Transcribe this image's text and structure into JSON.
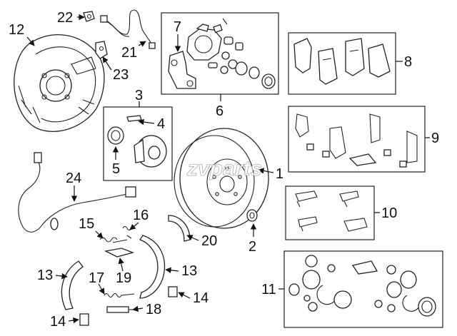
{
  "callouts": {
    "c1": "1",
    "c2": "2",
    "c3": "3",
    "c4": "4",
    "c5": "5",
    "c6": "6",
    "c7": "7",
    "c8": "8",
    "c9": "9",
    "c10": "10",
    "c11": "11",
    "c12": "12",
    "c13a": "13",
    "c13b": "13",
    "c14a": "14",
    "c14b": "14",
    "c15": "15",
    "c16": "16",
    "c17": "17",
    "c18": "18",
    "c19": "19",
    "c20": "20",
    "c21": "21",
    "c22": "22",
    "c23": "23",
    "c24": "24"
  },
  "watermark": "zvparts"
}
